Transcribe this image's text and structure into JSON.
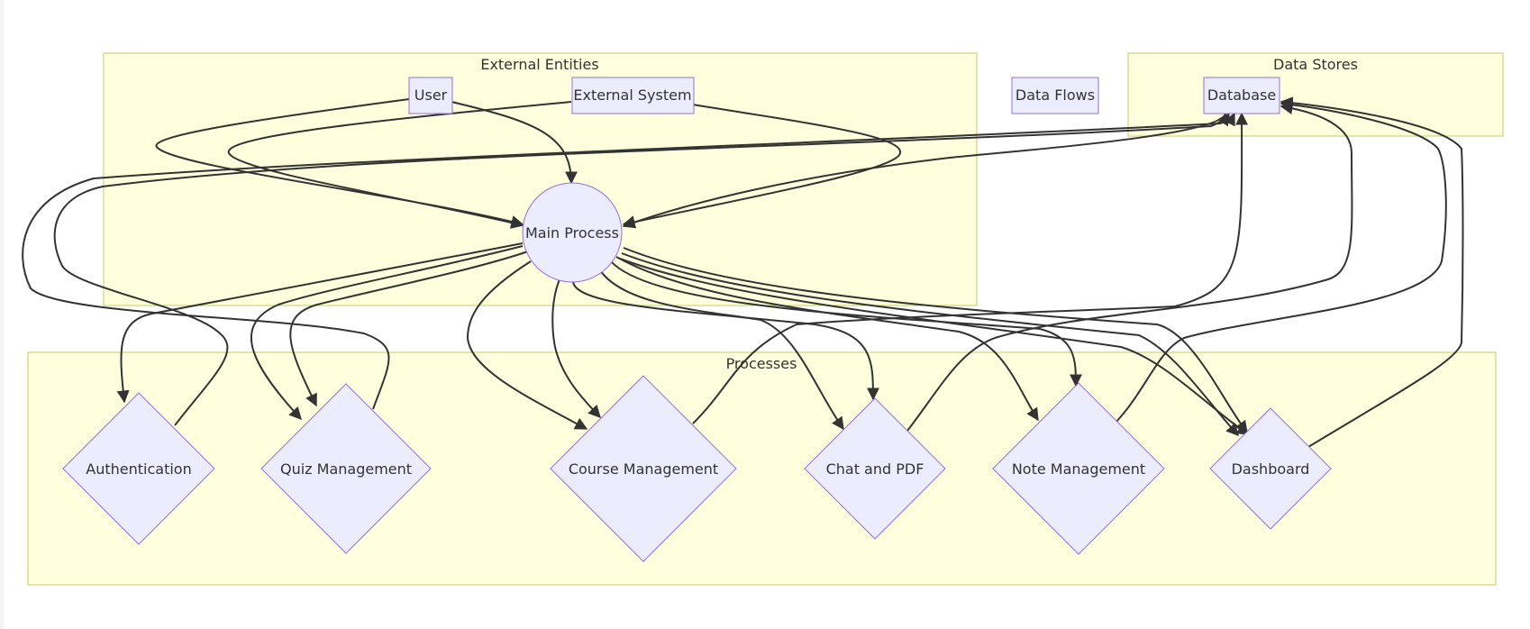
{
  "clusters": {
    "external": {
      "title": "External Entities"
    },
    "stores": {
      "title": "Data Stores"
    },
    "processes": {
      "title": "Processes"
    }
  },
  "nodes": {
    "user": {
      "label": "User"
    },
    "external_system": {
      "label": "External System"
    },
    "data_flows": {
      "label": "Data Flows"
    },
    "database": {
      "label": "Database"
    },
    "main_process": {
      "label": "Main Process"
    },
    "authentication": {
      "label": "Authentication"
    },
    "quiz_management": {
      "label": "Quiz Management"
    },
    "course_management": {
      "label": "Course Management"
    },
    "chat_pdf": {
      "label": "Chat and PDF"
    },
    "note_management": {
      "label": "Note Management"
    },
    "dashboard": {
      "label": "Dashboard"
    }
  },
  "colors": {
    "cluster_fill": "#ffffde",
    "cluster_stroke": "#c8c864",
    "node_fill": "#ececff",
    "node_stroke": "#9370db",
    "edge": "#333333"
  }
}
